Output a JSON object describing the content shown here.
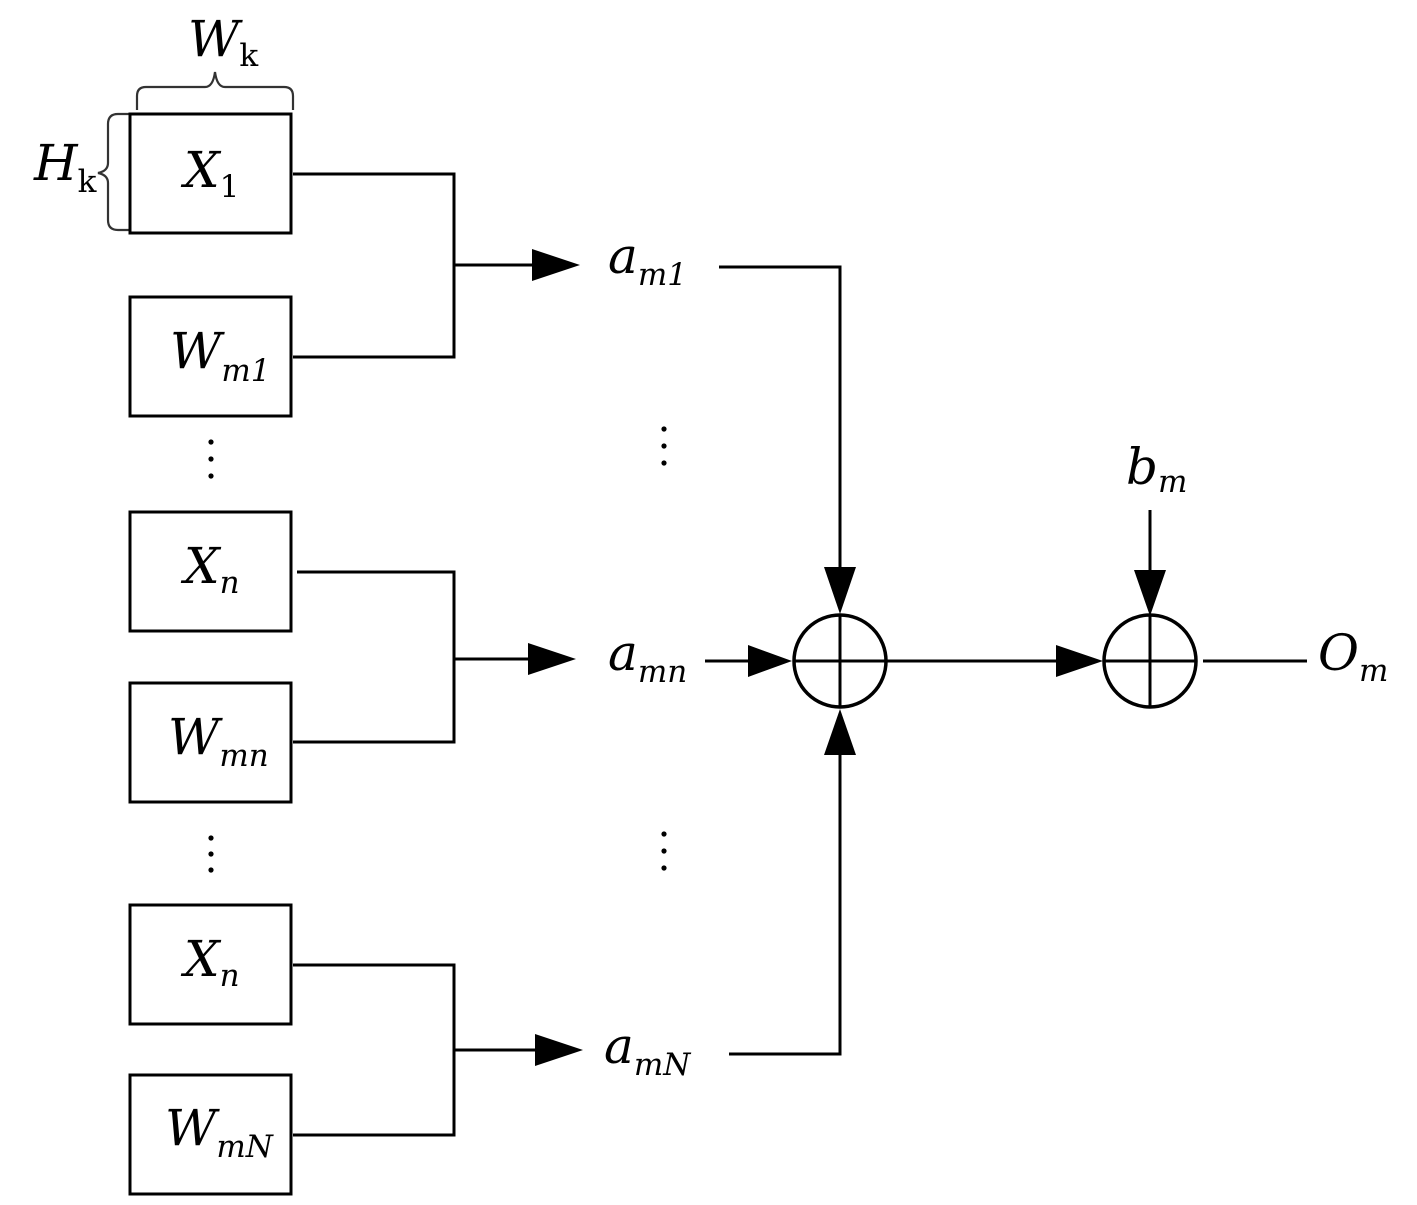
{
  "dimension_labels": {
    "width": {
      "main": "W",
      "sub": "k"
    },
    "height": {
      "main": "H",
      "sub": "k"
    }
  },
  "input_blocks": [
    {
      "main": "X",
      "sub": "1"
    },
    {
      "main": "W",
      "sub": "m1"
    },
    {
      "main": "X",
      "sub": "n"
    },
    {
      "main": "W",
      "sub": "mn"
    },
    {
      "main": "X",
      "sub": "n"
    },
    {
      "main": "W",
      "sub": "mN"
    }
  ],
  "products": [
    {
      "main": "a",
      "sub": "m1"
    },
    {
      "main": "a",
      "sub": "mn"
    },
    {
      "main": "a",
      "sub": "mN"
    }
  ],
  "bias": {
    "main": "b",
    "sub": "m"
  },
  "output": {
    "main": "O",
    "sub": "m"
  }
}
